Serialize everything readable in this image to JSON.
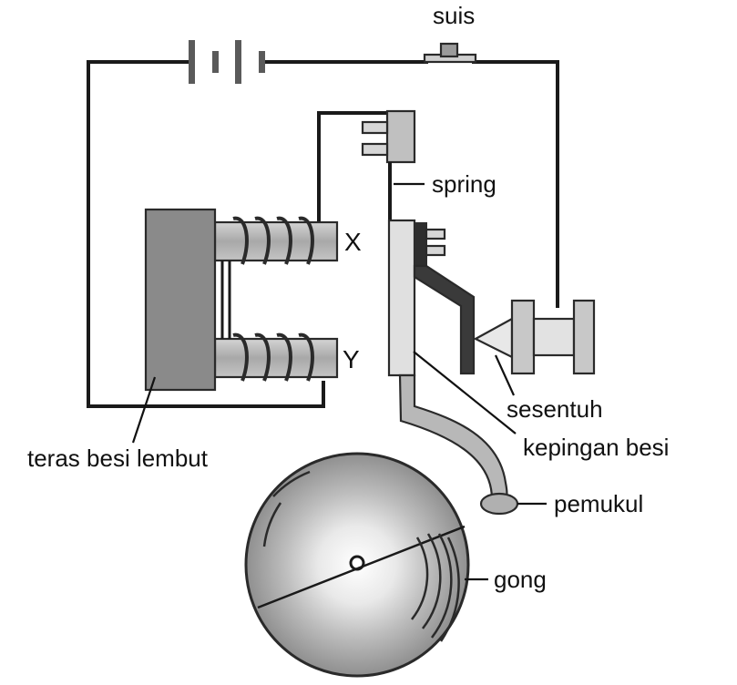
{
  "labels": {
    "switch": "suis",
    "spring": "spring",
    "coil_x": "X",
    "coil_y": "Y",
    "contact": "sesentuh",
    "armature": "kepingan besi",
    "soft_iron_core": "teras besi lembut",
    "hammer": "pemukul",
    "gong": "gong"
  },
  "colors": {
    "wire": "#1a1a1a",
    "core": "#8a8a8a",
    "coil_body": "#b9b9b9",
    "metal_light": "#c8c8c8",
    "metal_dark": "#3a3a3a",
    "gong_outer": "#9a9a9a",
    "gong_inner": "#e6e6e6"
  }
}
